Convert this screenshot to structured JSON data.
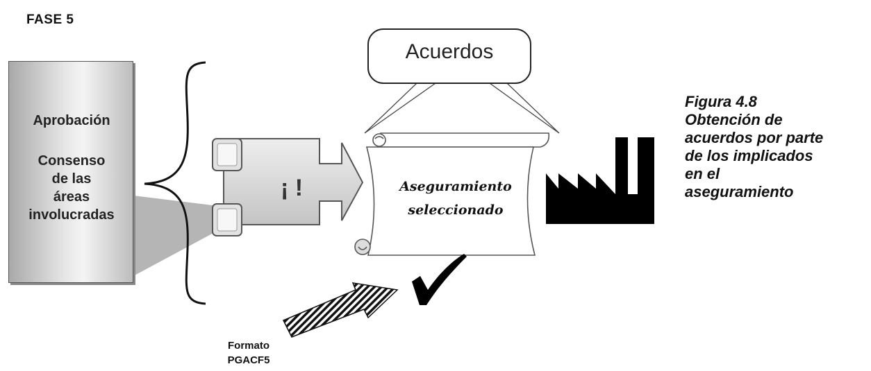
{
  "phase_label": "FASE 5",
  "approval_box": {
    "title": "Aprobación",
    "lines": [
      "Consenso",
      "de las",
      "áreas",
      "involucradas"
    ]
  },
  "callout_label": "Acuerdos",
  "gift_label": "¡ !",
  "scroll_text": [
    "Aseguramiento",
    "seleccionado"
  ],
  "format_caption": [
    "Formato",
    "PGACF5"
  ],
  "figure_caption": [
    "Figura 4.8",
    "Obtención de",
    "acuerdos por  parte",
    "de los implicados",
    "en el",
    "aseguramiento"
  ],
  "icons": [
    "checkmark-icon",
    "factory-icon",
    "striped-arrow-icon",
    "gift-arrow-icon",
    "scroll-icon"
  ],
  "colors": {
    "box_gradient_dark": "#a9a9a9",
    "box_gradient_light": "#f4f4f4",
    "ink": "#000000"
  }
}
